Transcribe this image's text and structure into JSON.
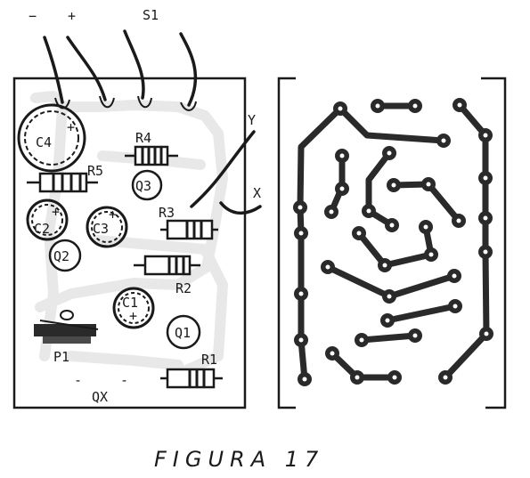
{
  "top_labels": {
    "minus": "−",
    "plus": "+",
    "switch": "S1"
  },
  "side_labels": {
    "y": "Y",
    "x": "X"
  },
  "components": {
    "c4": "C4",
    "r4": "R4",
    "r5": "R5",
    "q3": "Q3",
    "c2": "C2",
    "c3": "C3",
    "r3": "R3",
    "q2": "Q2",
    "r2": "R2",
    "c1": "C1",
    "q1": "Q1",
    "p1": "P1",
    "r1": "R1",
    "qx": "QX"
  },
  "polarity_marks": {
    "bottom_left": "-",
    "bottom_mid": "-"
  },
  "caption": "FIGURA 17",
  "colors": {
    "ink": "#1a1a1a",
    "trace": "#2a2a2a",
    "paper": "#ffffff"
  }
}
